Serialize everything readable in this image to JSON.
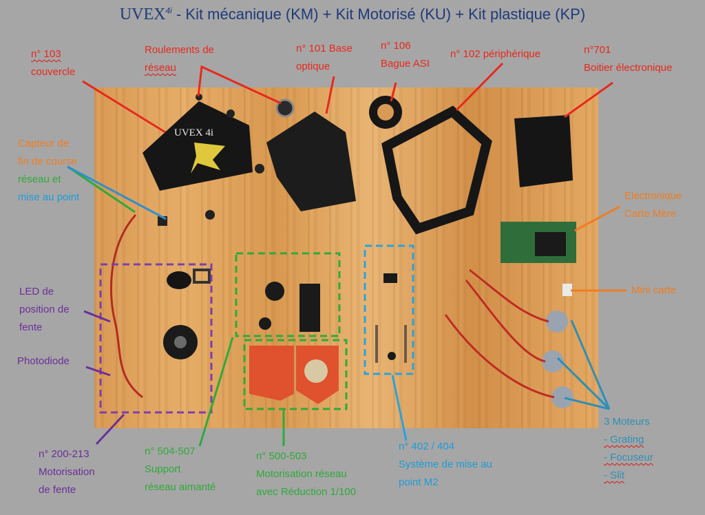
{
  "title": {
    "brand": "UVEX",
    "sup": "4i",
    "rest": " - Kit mécanique (KM) + Kit Motorisé (KU) + Kit plastique (KP)"
  },
  "cover_logo": "UVEX 4i",
  "labels": {
    "n103": [
      "n° 103",
      "couvercle"
    ],
    "roulements": [
      "Roulements de",
      "réseau"
    ],
    "n101": [
      "n° 101 Base",
      "optique"
    ],
    "n106": [
      "n° 106",
      "Bague ASI"
    ],
    "n102": "n° 102 périphérique",
    "n701": [
      "n°701",
      "Boitier électronique"
    ],
    "capteur": [
      "Capteur de",
      "fin de course"
    ],
    "reseau_et": "réseau et",
    "mise_au_point": "mise au point",
    "electronique": [
      "Electronique",
      "Carte Mère"
    ],
    "minicarte": "Mini carte",
    "led": [
      "LED de",
      "position de",
      "fente"
    ],
    "photodiode": "Photodiode",
    "n200": [
      "n° 200-213",
      "Motorisation",
      "de fente"
    ],
    "n504": [
      "n° 504-507",
      "Support",
      "réseau aimanté"
    ],
    "n500": [
      "n° 500-503",
      "Motorisation réseau",
      "avec Réduction 1/100"
    ],
    "n402": [
      "n° 402 / 404",
      "Système de mise au",
      "point M2"
    ],
    "moteurs": {
      "head": "3 Moteurs",
      "items": [
        "- Grating",
        "- Focuseur",
        "- Slit"
      ]
    }
  },
  "colors": {
    "red": "#e8281c",
    "orange": "#ef7d22",
    "purple": "#6b2f98",
    "green": "#2eaa3a",
    "blue": "#1e9cd7"
  }
}
